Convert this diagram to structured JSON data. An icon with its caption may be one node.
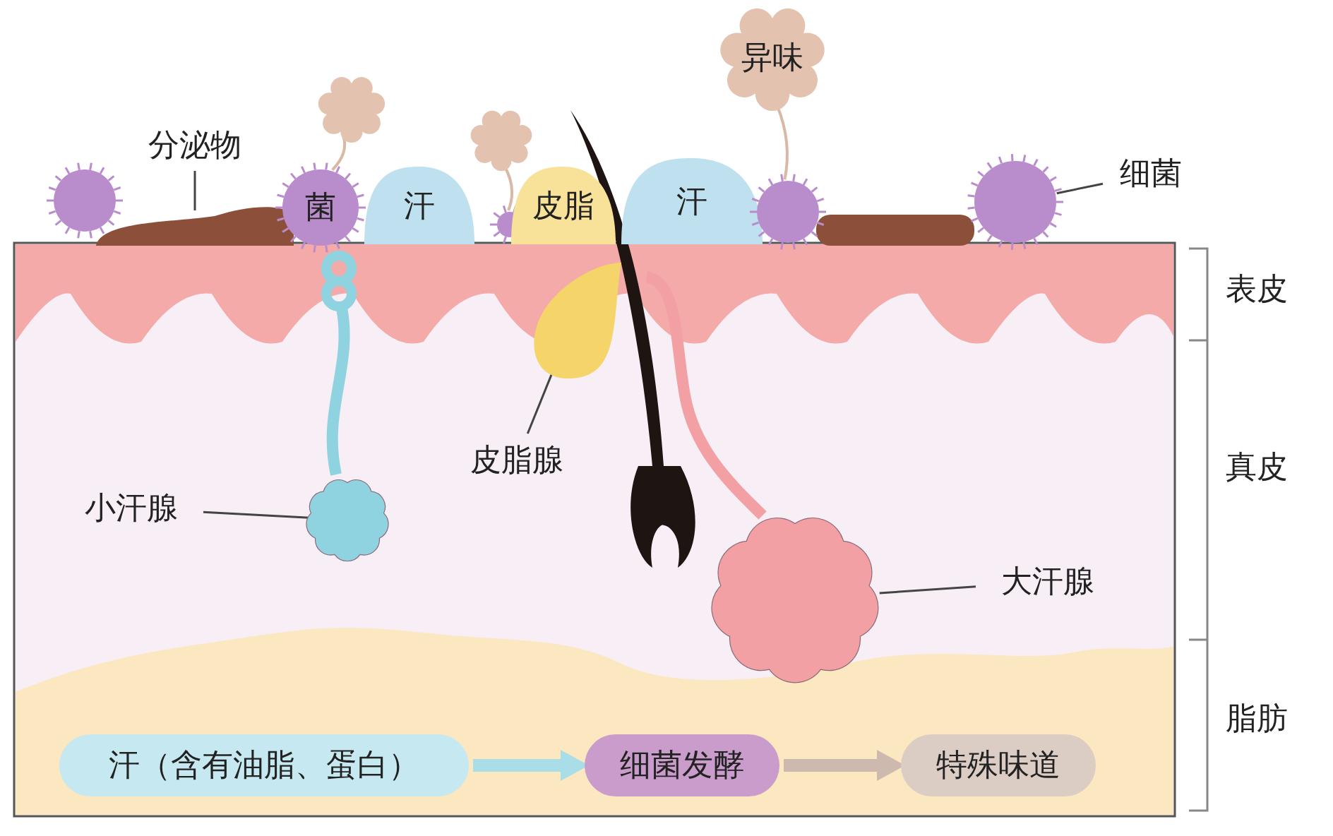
{
  "diagram": {
    "nodes": [
      {
        "text": [
          "分泌物"
        ]
      },
      {
        "text": [],
        "shape": "bar"
      },
      {
        "text": [],
        "shape": "circle"
      },
      {
        "text": [
          "菌"
        ]
      },
      {
        "text": [],
        "shape": "cloud"
      },
      {
        "text": [
          "汗"
        ]
      },
      {
        "text": [],
        "shape": "cloud"
      },
      {
        "text": [],
        "shape": "circle"
      },
      {
        "text": [
          "皮脂"
        ]
      },
      {
        "text": [
          "汗"
        ]
      },
      {
        "text": [
          "异味"
        ]
      },
      {
        "text": [],
        "shape": "circle"
      },
      {
        "text": [
          "细菌"
        ]
      },
      {
        "text": [],
        "shape": "circle"
      },
      {
        "text": [
          "小汗腺"
        ]
      },
      {
        "text": [],
        "shape": "blob"
      },
      {
        "text": [
          "皮脂腺"
        ]
      },
      {
        "text": [],
        "shape": "drop"
      },
      {
        "text": [
          "大汗腺"
        ]
      },
      {
        "text": [],
        "shape": "blob"
      },
      {
        "text": [
          "汗（含有油脂、蛋白）"
        ]
      },
      {
        "text": [
          "细菌发酵"
        ]
      },
      {
        "text": [
          "特殊味道"
        ]
      }
    ],
    "edges": [
      {
        "from": 0,
        "to": 1,
        "arrow": "none"
      },
      {
        "from": 4,
        "to": 3,
        "arrow": "none",
        "color": "#d9b8a6"
      },
      {
        "from": 6,
        "to": 7,
        "arrow": "none",
        "color": "#d9b8a6"
      },
      {
        "from": 10,
        "to": 11,
        "arrow": "none",
        "color": "#d9b8a6"
      },
      {
        "from": 12,
        "to": 13,
        "arrow": "none"
      },
      {
        "from": 14,
        "to": 15,
        "arrow": "none"
      },
      {
        "from": 16,
        "to": 17,
        "arrow": "none"
      },
      {
        "from": 18,
        "to": 19,
        "arrow": "none"
      },
      {
        "from": 20,
        "to": 21,
        "arrow": "to",
        "style": "thick",
        "color": "#a9dde8"
      },
      {
        "from": 21,
        "to": 22,
        "arrow": "to",
        "style": "thick",
        "color": "#cdb9ad"
      }
    ],
    "labels": [
      "表皮",
      "真皮",
      "脂肪"
    ]
  }
}
